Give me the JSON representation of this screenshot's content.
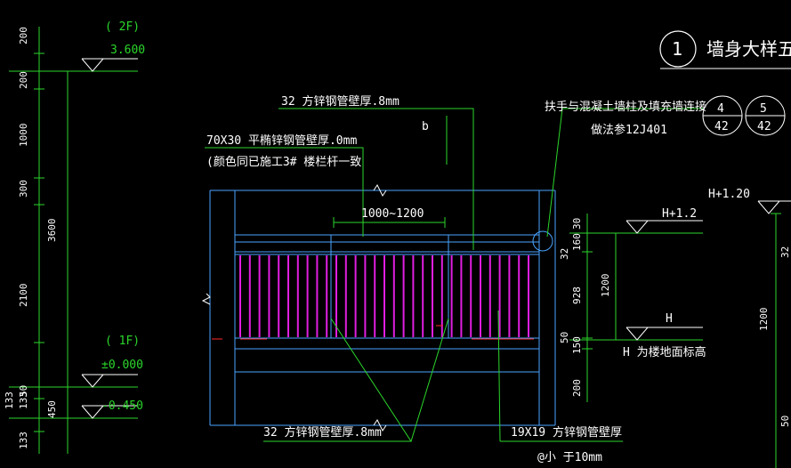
{
  "title": {
    "circle_number": "1",
    "text": "墙身大样五"
  },
  "ref_circles": [
    {
      "top": "4",
      "bottom": "42"
    },
    {
      "top": "5",
      "bottom": "42"
    }
  ],
  "notes": {
    "handrail_connection": "扶手与混凝土墙柱及填充墙连接",
    "handrail_method": "做法参12J401",
    "tube_top": "32  方锌钢管壁厚.8mm",
    "flat_tube_size": "70X30   平椭锌钢管壁厚.0mm",
    "flat_tube_color": "(颜色同已施工3# 楼栏杆一致",
    "span": "1000~1200",
    "marker_b": "b",
    "tube_bottom": "32  方锌钢管壁厚.8mm",
    "square_tube": "19X19   方锌钢管壁厚",
    "watermark": "@小 于10mm"
  },
  "levels": {
    "floor_2f": "( 2F)",
    "elev_2f": "3.600",
    "floor_1f": "( 1F)",
    "elev_1f": "±0.000",
    "elev_ground": "-0.450",
    "h_plus_12": "H+1.2",
    "h_plus_120": "H+1.20",
    "h": "H",
    "h_note": "H 为楼地面标高"
  },
  "left_dims": [
    "200",
    "200",
    "1000",
    "300",
    "3600",
    "2100",
    "133",
    "450",
    "133",
    "133",
    "50"
  ],
  "right_dims": [
    "30",
    "160",
    "32",
    "1200",
    "928",
    "50",
    "150",
    "200"
  ],
  "far_right_dims": [
    "1200",
    "32",
    "50"
  ]
}
